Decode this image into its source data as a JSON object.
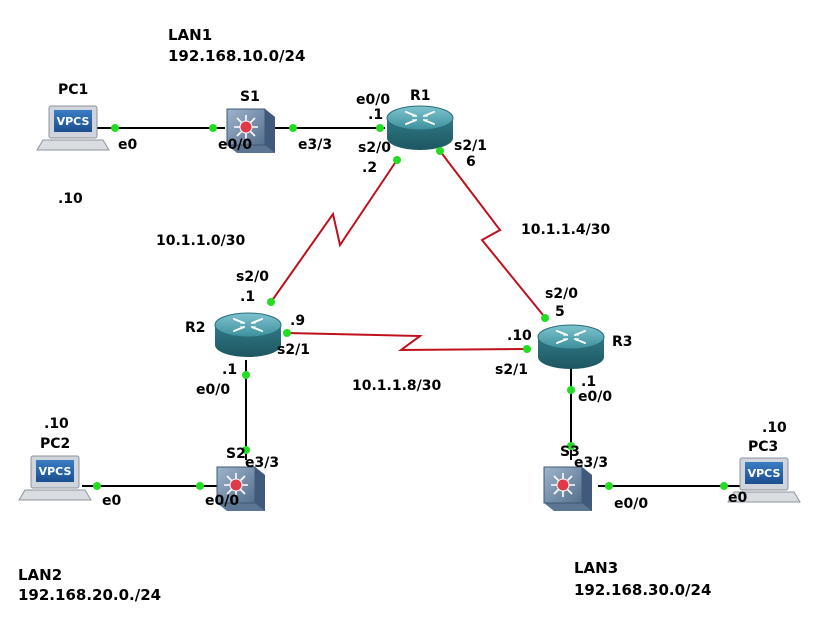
{
  "lans": {
    "lan1": {
      "name": "LAN1",
      "subnet": "192.168.10.0/24"
    },
    "lan2": {
      "name": "LAN2",
      "subnet": "192.168.20.0./24"
    },
    "lan3": {
      "name": "LAN3",
      "subnet": "192.168.30.0/24"
    }
  },
  "nodes": {
    "pc1": {
      "name": "PC1",
      "icon_text": "VPCS",
      "addr": ".10",
      "port": "e0"
    },
    "pc2": {
      "name": "PC2",
      "icon_text": "VPCS",
      "addr": ".10",
      "port": "e0"
    },
    "pc3": {
      "name": "PC3",
      "icon_text": "VPCS",
      "addr": ".10",
      "port": "e0"
    },
    "s1": {
      "name": "S1",
      "port_pc": "e0/0",
      "port_router": "e3/3"
    },
    "s2": {
      "name": "S2",
      "port_pc": "e0/0",
      "port_router": "e3/3"
    },
    "s3": {
      "name": "S3",
      "port_pc": "e0/0",
      "port_router": "e3/3"
    },
    "r1": {
      "name": "R1",
      "lan_port": "e0/0",
      "lan_addr": ".1",
      "s20": "s2/0",
      "s20_addr": ".2",
      "s21": "s2/1",
      "s21_addr": "6"
    },
    "r2": {
      "name": "R2",
      "lan_port": "e0/0",
      "lan_addr": ".1",
      "s20": "s2/0",
      "s20_addr": ".1",
      "s21": "s2/1",
      "s21_addr": ".9"
    },
    "r3": {
      "name": "R3",
      "lan_port": "e0/0",
      "lan_addr": ".1",
      "s20": "s2/0",
      "s20_addr": "5",
      "s21": "s2/1",
      "s21_addr": ".10"
    }
  },
  "links": {
    "r1_r2": "10.1.1.0/30",
    "r1_r3": "10.1.1.4/30",
    "r2_r3": "10.1.1.8/30"
  },
  "colors": {
    "port_dot": "#22dd22",
    "router_body": "#3b8f9c",
    "switch_body": "#6f89a6",
    "serial_link": "#c0101b",
    "ethernet_link": "#000000"
  }
}
